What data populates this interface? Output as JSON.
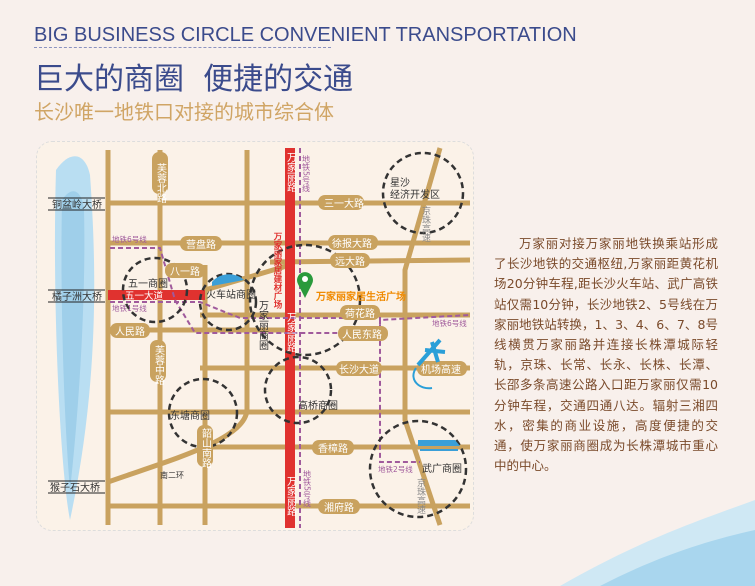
{
  "header": {
    "en_title": "BIG BUSINESS CIRCLE CONVENIENT TRANSPORTATION",
    "cn_title": "巨大的商圈  便捷的交通",
    "cn_subtitle": "长沙唯一地铁口对接的城市综合体"
  },
  "map": {
    "roads": {
      "furong_north": "芙蓉北路",
      "wanjiali_top": "万家丽路",
      "sanyi": "三一大路",
      "yingpan": "营盘路",
      "xubao": "徐报大路",
      "yuanda": "远大路",
      "bayi": "八一路",
      "wuyi": "五一大道",
      "hehua": "荷花路",
      "renmin": "人民路",
      "renmin_east": "人民东路",
      "furong_mid": "芙蓉中路",
      "changsha_ave": "长沙大道",
      "airport_exp": "机场高速",
      "shaoshan_south": "韶山南路",
      "xiangzhang": "香樟路",
      "xiangfu": "湘府路",
      "wanjiali_mid": "万家丽路",
      "wanjiali_bottom": "万家丽路",
      "south_ring2": "南二环",
      "jingzhu_top": "京珠高速",
      "jingzhu_bottom": "京珠高速"
    },
    "bridges": {
      "tongpenling": "铜盆岭大桥",
      "juzizhou": "橘子洲大桥",
      "houzishi": "猴子石大桥"
    },
    "metro": {
      "line5_top": "地铁5号线",
      "line5_bottom": "地铁5号线",
      "line6_west": "地铁6号线",
      "line6_east": "地铁6号线",
      "line1": "地铁1号线",
      "line2": "地铁2号线"
    },
    "circles": {
      "xingsha_1": "星沙",
      "xingsha_2": "经济开发区",
      "wuyi": "五一商圈",
      "train": "火车站商圈",
      "wanjiali_circle": "万家丽商圈",
      "dongtang": "东塘商圈",
      "gaoqiao": "高桥商圈",
      "wuguang": "武广商圈"
    },
    "building_vertical": "万家丽家居建材广场",
    "project_label": "万家丽家居生活广场",
    "colors": {
      "road": "#c9a25f",
      "main_road": "#e0322f",
      "metro": "#a05a9c",
      "river": "#a9d4ec",
      "project": "#f08a00",
      "pin": "#2a9a3c"
    },
    "icons": [
      "location-pin-icon",
      "airplane-icon",
      "train-icon",
      "high-speed-rail-icon"
    ]
  },
  "description": "万家丽对接万家丽地铁换乘站形成了长沙地铁的交通枢纽,万家丽距黄花机场20分钟车程,距长沙火车站、武广高铁站仅需10分钟，长沙地铁2、5号线在万家丽地铁站转换，1、3、4、6、7、8号线横贯万家丽路并连接长株潭城际轻轨，京珠、长常、长永、长株、长潭、长邵多条高速公路入口距万家丽仅需10分钟车程，交通四通八达。辐射三湘四水，密集的商业设施，高度便捷的交通，使万家丽商圈成为长株潭城市重心中的中心。"
}
